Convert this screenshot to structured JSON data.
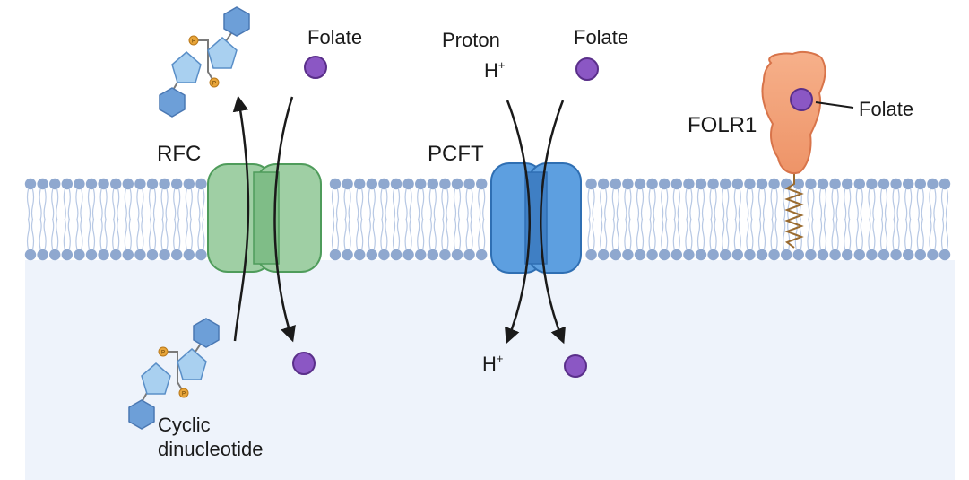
{
  "labels": {
    "folate_top_left": "Folate",
    "proton": "Proton",
    "h_plus_top": "H",
    "h_plus_bottom": "H",
    "h_plus_superscript": "+",
    "folate_top_middle": "Folate",
    "folate_folr1": "Folate",
    "folr1": "FOLR1",
    "rfc": "RFC",
    "pcft": "PCFT",
    "cyclic_line1": "Cyclic",
    "cyclic_line2": "dinucleotide",
    "phosphate_mark": "P"
  },
  "colors": {
    "membrane_head": "#8fa8cf",
    "membrane_tail": "#b7c8e4",
    "cytoplasm": "#eef3fb",
    "rfc_fill": "#9fcfa4",
    "rfc_stroke": "#4f9c5b",
    "pcft_fill": "#5d9fe0",
    "pcft_stroke": "#2f6fb3",
    "folate_fill": "#8b57c4",
    "folate_stroke": "#5a2f8a",
    "folr1_fill": "#f0a27b",
    "folr1_stroke": "#d8744a",
    "cdn_hex": "#6d9fd8",
    "cdn_pent": "#a9d0f0",
    "phosphate": "#e8a53a"
  }
}
